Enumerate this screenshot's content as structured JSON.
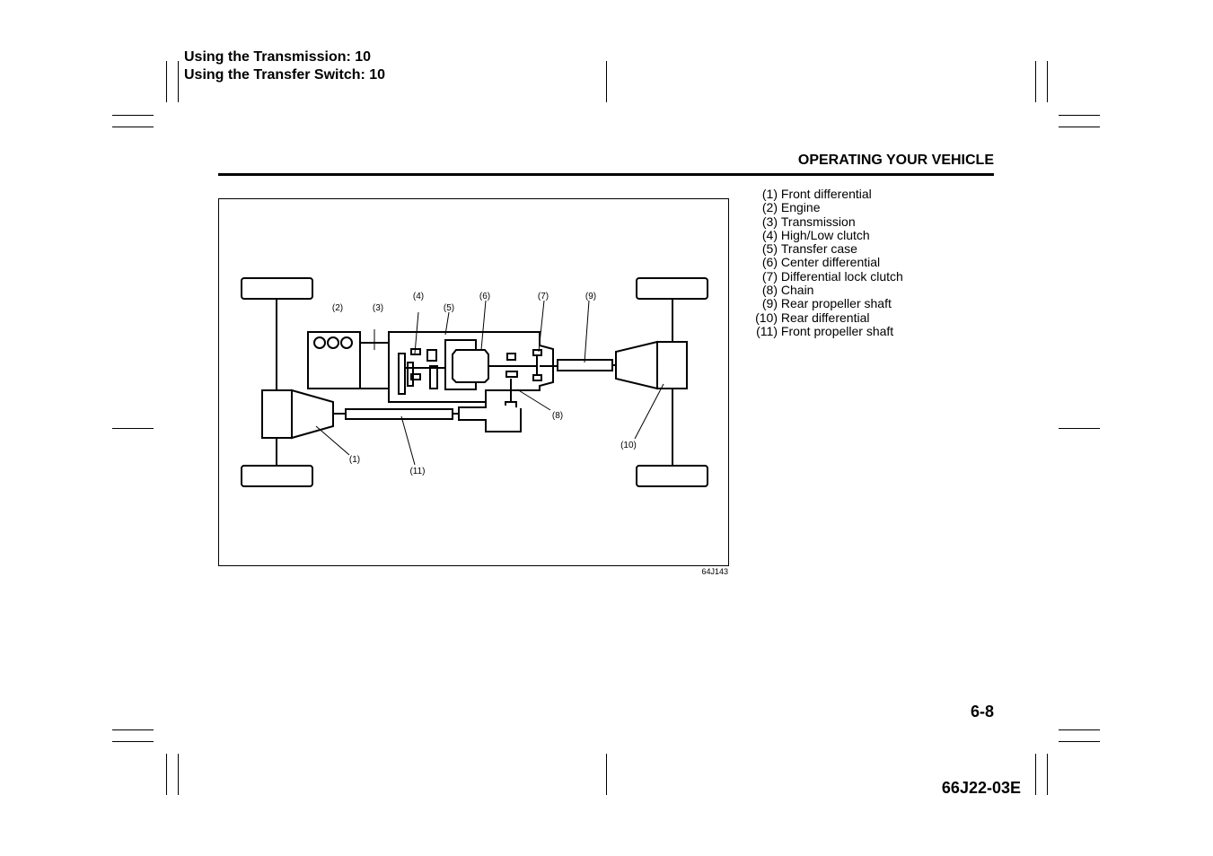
{
  "header": {
    "line1": "Using the Transmission: 10",
    "line2": "Using the Transfer Switch: 10"
  },
  "section_title": "OPERATING YOUR VEHICLE",
  "figure": {
    "code": "64J143",
    "callouts": [
      "(1)",
      "(2)",
      "(3)",
      "(4)",
      "(5)",
      "(6)",
      "(7)",
      "(8)",
      "(9)",
      "(10)",
      "(11)"
    ]
  },
  "legend": [
    {
      "num": "(1)",
      "text": "Front differential"
    },
    {
      "num": "(2)",
      "text": "Engine"
    },
    {
      "num": "(3)",
      "text": "Transmission"
    },
    {
      "num": "(4)",
      "text": "High/Low clutch"
    },
    {
      "num": "(5)",
      "text": "Transfer case"
    },
    {
      "num": "(6)",
      "text": "Center differential"
    },
    {
      "num": "(7)",
      "text": "Differential lock clutch"
    },
    {
      "num": "(8)",
      "text": "Chain"
    },
    {
      "num": "(9)",
      "text": "Rear propeller shaft"
    },
    {
      "num": "(10)",
      "text": "Rear differential"
    },
    {
      "num": "(11)",
      "text": "Front propeller shaft"
    }
  ],
  "page_number": "6-8",
  "doc_code": "66J22-03E"
}
